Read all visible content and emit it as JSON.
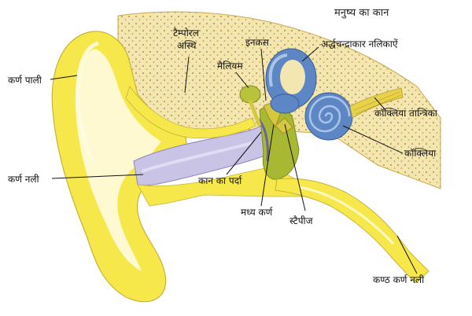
{
  "title": "मनुष्य का कान",
  "labels": {
    "karn_pali": "कर्ण पाली",
    "karn_nali": "कर्ण नली",
    "temporal_1": "टैम्पोरल",
    "temporal_2": "अस्थि",
    "maileum": "मैलियम",
    "inkas": "इनकस",
    "ardhchandrakar": "अर्द्धचन्द्राकार नलिकाऐं",
    "cochlea_nerve": "कॉक्लिया तान्त्रिका",
    "cochlea": "कॉक्लिया",
    "kaan_parda": "कान का पर्दा",
    "madhya_karn": "मध्य कर्ण",
    "stapes": "स्टैपीज",
    "kanth_karn_nali": "कण्ठ कर्ण नली"
  },
  "colors": {
    "bone": "#f3e6b0",
    "bone_dots": "#b48c2e",
    "cartilage": "#f6e84a",
    "skin": "#fffbe0",
    "canal": "#c9c3e6",
    "inner_ear": "#5d86c4",
    "inner_ear_light": "#a9c4e8",
    "middle_ear": "#a8b832",
    "ossicle": "#d6c83e",
    "nerve": "#e8d24a"
  }
}
